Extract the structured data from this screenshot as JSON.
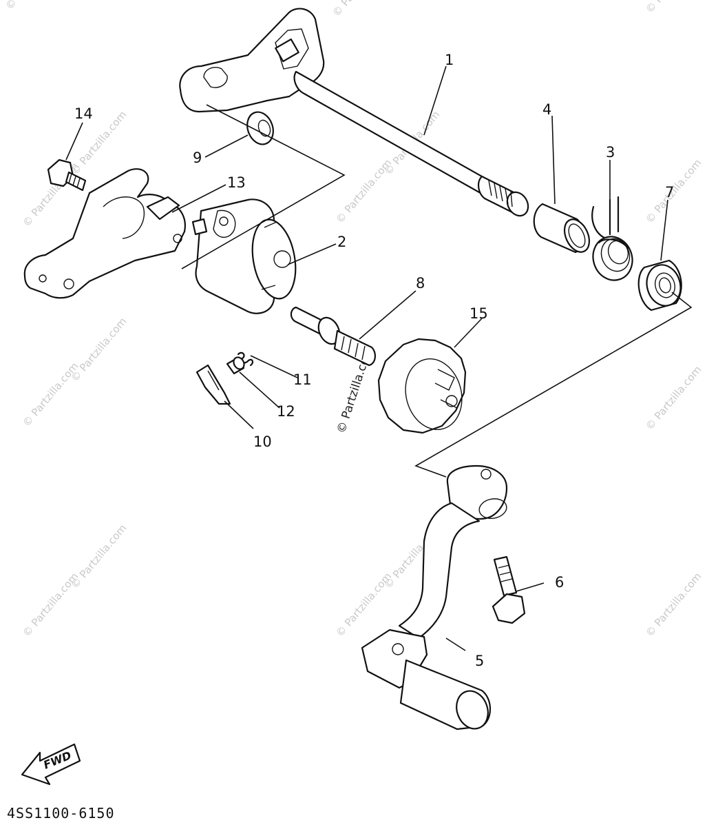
{
  "diagram": {
    "reference_code": "4SS1100-6150",
    "fwd_label": "FWD",
    "watermark": "© Partzilla.com",
    "callouts": [
      {
        "id": "c1",
        "label": "1"
      },
      {
        "id": "c2",
        "label": "2"
      },
      {
        "id": "c3",
        "label": "3"
      },
      {
        "id": "c4",
        "label": "4"
      },
      {
        "id": "c5",
        "label": "5"
      },
      {
        "id": "c6",
        "label": "6"
      },
      {
        "id": "c7",
        "label": "7"
      },
      {
        "id": "c8",
        "label": "8"
      },
      {
        "id": "c9",
        "label": "9"
      },
      {
        "id": "c10",
        "label": "10"
      },
      {
        "id": "c11",
        "label": "11"
      },
      {
        "id": "c12",
        "label": "12"
      },
      {
        "id": "c13",
        "label": "13"
      },
      {
        "id": "c14",
        "label": "14"
      },
      {
        "id": "c15",
        "label": "15"
      }
    ]
  }
}
